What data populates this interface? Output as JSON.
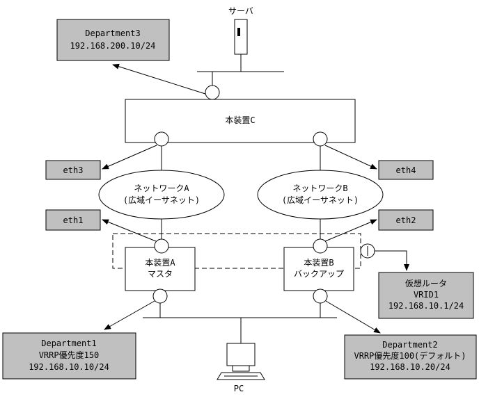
{
  "server": {
    "label": "サーバ"
  },
  "device_c": {
    "label": "本装置C"
  },
  "device_a": {
    "label": "本装置A",
    "role": "マスタ"
  },
  "device_b": {
    "label": "本装置B",
    "role": "バックアップ"
  },
  "network_a": {
    "line1": "ネットワークA",
    "line2": "(広域イーサネット)"
  },
  "network_b": {
    "line1": "ネットワークB",
    "line2": "(広域イーサネット)"
  },
  "eth1": "eth1",
  "eth2": "eth2",
  "eth3": "eth3",
  "eth4": "eth4",
  "dept3": {
    "name": "Department3",
    "ip": "192.168.200.10/24"
  },
  "dept1": {
    "name": "Department1",
    "priority": "VRRP優先度150",
    "ip": "192.168.10.10/24"
  },
  "dept2": {
    "name": "Department2",
    "priority": "VRRP優先度100(デフォルト)",
    "ip": "192.168.10.20/24"
  },
  "virtual_router": {
    "title": "仮想ルータ",
    "vrid": "VRID1",
    "ip": "192.168.10.1/24"
  },
  "pc": {
    "label": "PC"
  }
}
